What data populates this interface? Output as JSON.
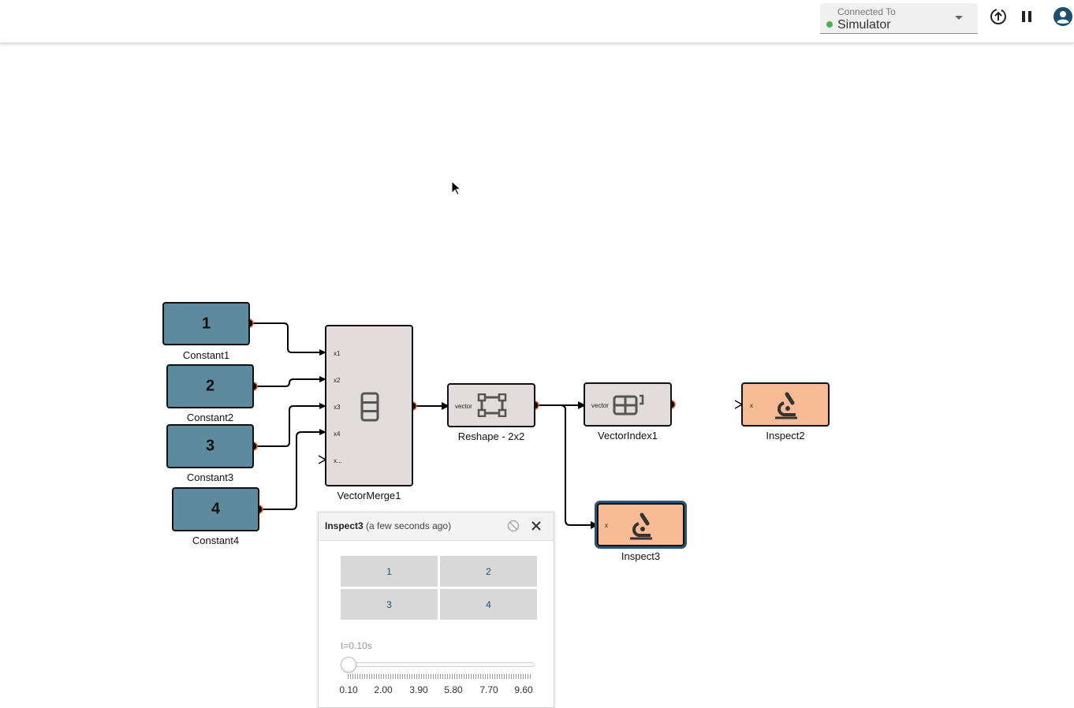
{
  "header": {
    "connection_label": "Connected To",
    "connection_value": "Simulator",
    "status_color": "#4caf50"
  },
  "blocks": {
    "constant1": {
      "value": "1",
      "label": "Constant1"
    },
    "constant2": {
      "value": "2",
      "label": "Constant2"
    },
    "constant3": {
      "value": "3",
      "label": "Constant3"
    },
    "constant4": {
      "value": "4",
      "label": "Constant4"
    },
    "vectormerge": {
      "label": "VectorMerge1",
      "ports": [
        "x1",
        "x2",
        "x3",
        "x4",
        "x..."
      ]
    },
    "reshape": {
      "label": "Reshape - 2x2",
      "port": "vector"
    },
    "vectorindex": {
      "label": "VectorIndex1",
      "port": "vector"
    },
    "inspect2": {
      "label": "Inspect2",
      "port": "x"
    },
    "inspect3": {
      "label": "Inspect3",
      "port": "x"
    }
  },
  "colors": {
    "constant_block": "#5e8a9e",
    "function_block": "#e2dcdc",
    "inspect_block": "#f8bb96",
    "selection": "#2b5470"
  },
  "inspect_panel": {
    "title": "Inspect3",
    "subtitle": "(a few seconds ago)",
    "matrix": [
      [
        "1",
        "2"
      ],
      [
        "3",
        "4"
      ]
    ],
    "time_label": "t=0.10s",
    "slider_value": 0.1,
    "slider_ticks": [
      "0.10",
      "2.00",
      "3.90",
      "5.80",
      "7.70",
      "9.60"
    ]
  }
}
